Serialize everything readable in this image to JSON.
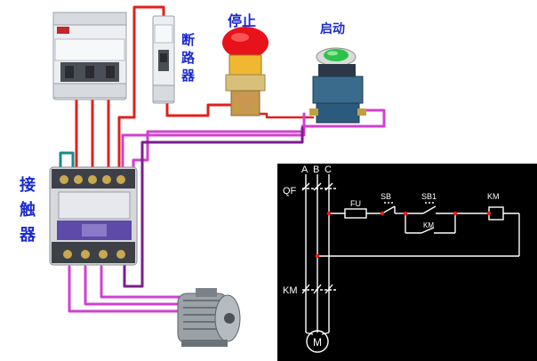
{
  "labels": {
    "breaker_1": "断",
    "breaker_2": "路",
    "breaker_3": "器",
    "stop": "停止",
    "start": "启动",
    "contactor_1": "接",
    "contactor_2": "触",
    "contactor_3": "器"
  },
  "schematic": {
    "phase_a": "A",
    "phase_b": "B",
    "phase_c": "C",
    "qf": "QF",
    "fu": "FU",
    "sb": "SB",
    "sb1": "SB1",
    "km_coil": "KM",
    "km_aux": "KM",
    "km_main": "KM",
    "motor": "M"
  },
  "colors": {
    "red_wire": "#e0201c",
    "magenta_wire": "#d040d0",
    "purple_wire": "#7a1e8c",
    "teal_wire": "#1a8a8a",
    "stop_button": "#e8121a",
    "start_button": "#2ec24a",
    "blue_text": "#1a2ad0",
    "schematic_bg": "#000000",
    "schematic_red": "#ff1a1a"
  }
}
